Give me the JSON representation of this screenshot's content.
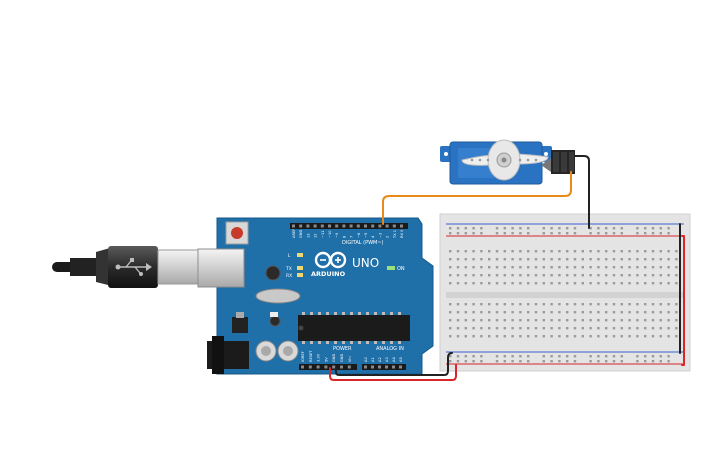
{
  "arduino": {
    "brand": "ARDUINO",
    "model": "UNO",
    "digital_label": "DIGITAL (PWM~)",
    "power_label": "POWER",
    "analog_label": "ANALOG IN",
    "on_label": "ON",
    "led_l": "L",
    "led_tx": "TX",
    "led_rx": "RX",
    "digital_pins": [
      "AREF",
      "GND",
      "13",
      "12",
      "~11",
      "~10",
      "~9",
      "8",
      "7",
      "~6",
      "~5",
      "4",
      "~3",
      "2",
      "TX 1",
      "RX 0"
    ],
    "power_pins": [
      "IOREF",
      "RESET",
      "3.3V",
      "5V",
      "GND",
      "GND",
      "Vin"
    ],
    "analog_pins": [
      "A0",
      "A1",
      "A2",
      "A3",
      "A4",
      "A5"
    ]
  },
  "colors": {
    "board": "#1f6fa8",
    "wire_signal": "#e88a1a",
    "wire_power": "#d8262a",
    "wire_ground": "#222222",
    "servo_body": "#2a73c2",
    "breadboard": "#e4e4e4"
  },
  "icons": {
    "usb": "usb-icon",
    "arduino_logo": "arduino-infinity-logo"
  }
}
